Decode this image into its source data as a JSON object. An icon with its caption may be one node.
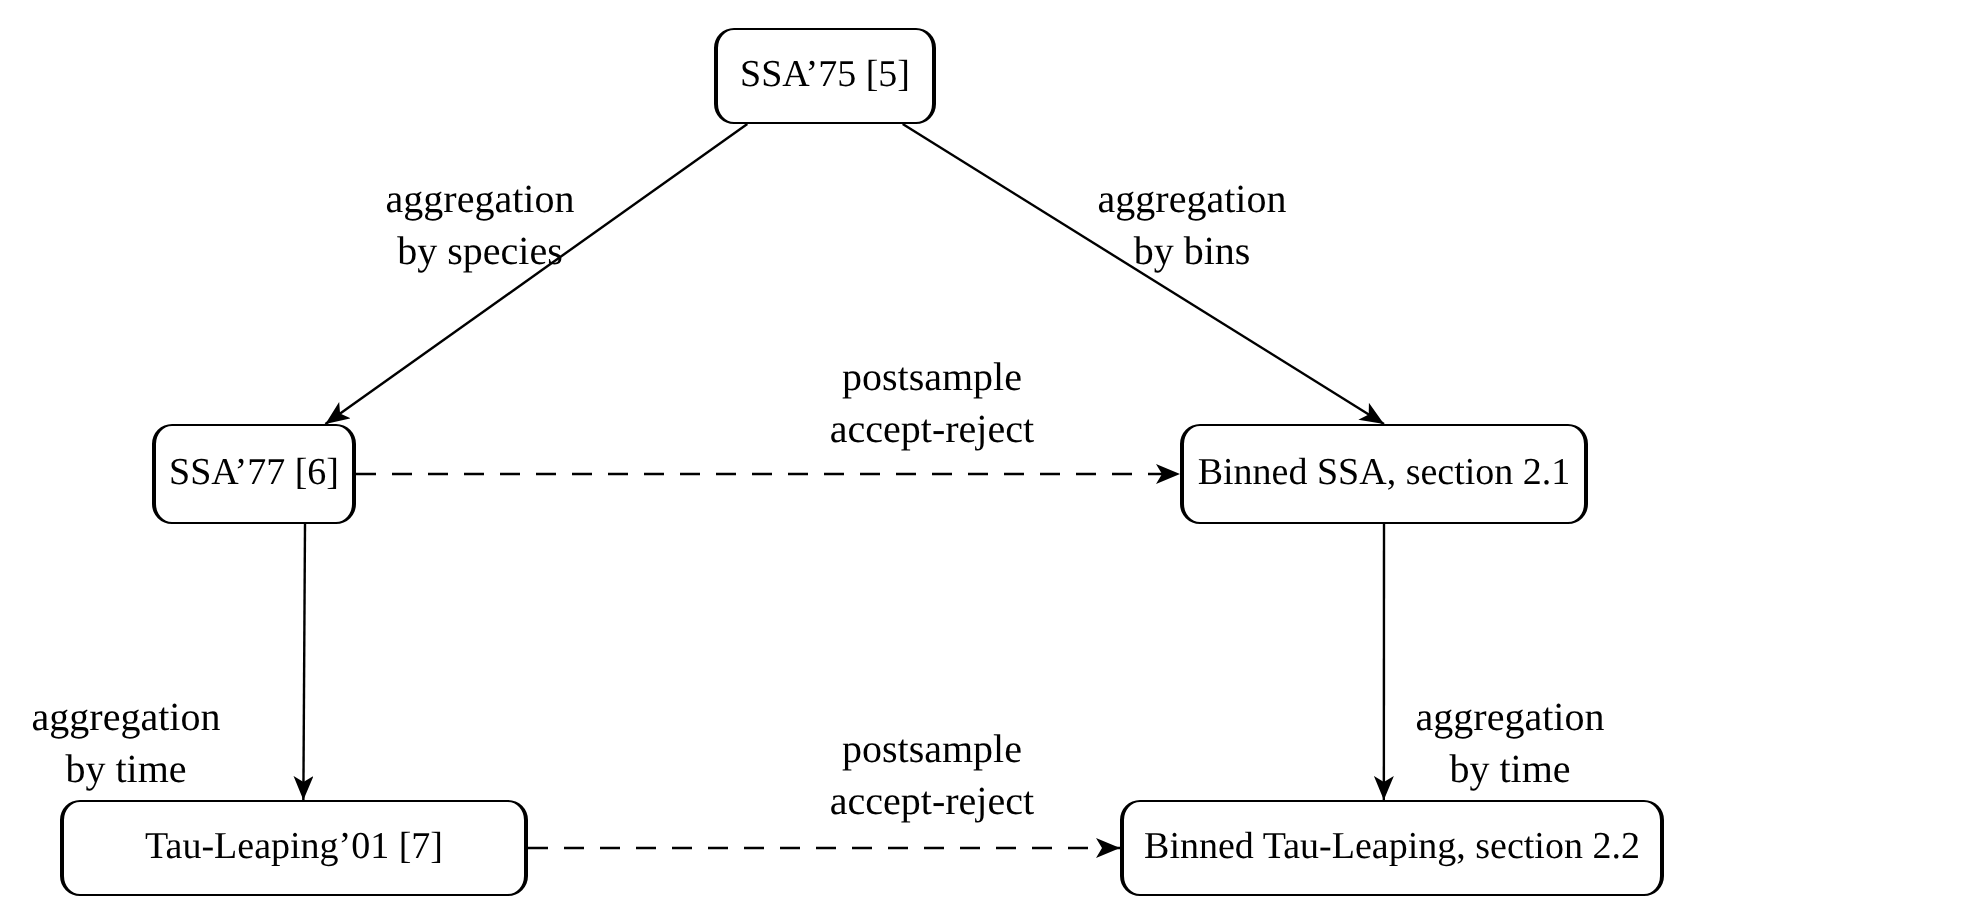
{
  "diagram": {
    "nodes": [
      {
        "text": [
          "SSA’75 [5]"
        ]
      },
      {
        "text": [
          "SSA’77 [6]"
        ]
      },
      {
        "text": [
          "Binned SSA, section 2.1"
        ]
      },
      {
        "text": [
          "Tau-Leaping’01 [7]"
        ]
      },
      {
        "text": [
          "Binned Tau-Leaping, section 2.2"
        ]
      }
    ],
    "edges": [
      {
        "from": 0,
        "to": 1,
        "arrow": "to",
        "label": "aggregation by species"
      },
      {
        "from": 0,
        "to": 2,
        "arrow": "to",
        "label": "aggregation by bins"
      },
      {
        "from": 1,
        "to": 2,
        "arrow": "to",
        "label": "postsample accept-reject",
        "style": "dashed"
      },
      {
        "from": 1,
        "to": 3,
        "arrow": "to",
        "label": "aggregation by time"
      },
      {
        "from": 2,
        "to": 4,
        "arrow": "to",
        "label": "aggregation by time"
      },
      {
        "from": 3,
        "to": 4,
        "arrow": "to",
        "label": "postsample accept-reject",
        "style": "dashed"
      }
    ]
  }
}
